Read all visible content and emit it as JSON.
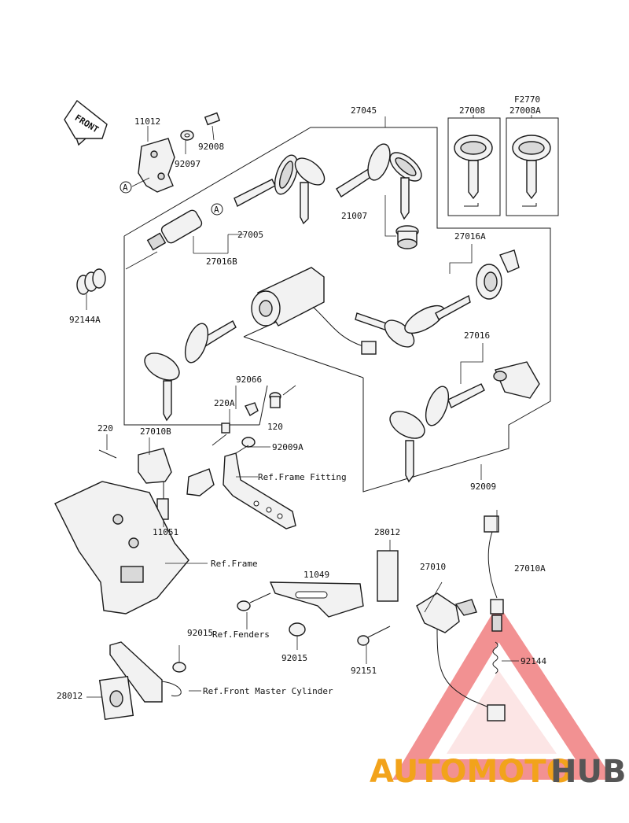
{
  "front_arrow": "FRONT",
  "labels": {
    "p11012": "11012",
    "p92097": "92097",
    "p92008": "92008",
    "p27045": "27045",
    "p27008": "27008",
    "p27008A": "27008A",
    "pF2770": "F2770",
    "p21007": "21007",
    "p27005": "27005",
    "p27016B": "27016B",
    "p92144A": "92144A",
    "p27016A": "27016A",
    "p27016": "27016",
    "p92066": "92066",
    "p220A": "220A",
    "p120": "120",
    "p220": "220",
    "p27010B": "27010B",
    "p92009A": "92009A",
    "p92009": "92009",
    "p11051": "11051",
    "p28012a": "28012",
    "p27010": "27010",
    "p27010A": "27010A",
    "p11049": "11049",
    "p92015a": "92015",
    "p92015b": "92015",
    "p92151": "92151",
    "p92144": "92144",
    "p28012b": "28012",
    "refA1": "A",
    "refA2": "A"
  },
  "references": {
    "frame_fitting": "Ref.Frame Fitting",
    "frame": "Ref.Frame",
    "fenders": "Ref.Fenders",
    "front_master_cylinder": "Ref.Front Master Cylinder"
  },
  "watermark": {
    "part1": "AUTOMOTO",
    "part2": "HUB",
    "accent_color": "#e8383a",
    "accent_light": "#f3a0a0",
    "orange_color": "#f2a31b",
    "gray_color": "#555555"
  }
}
